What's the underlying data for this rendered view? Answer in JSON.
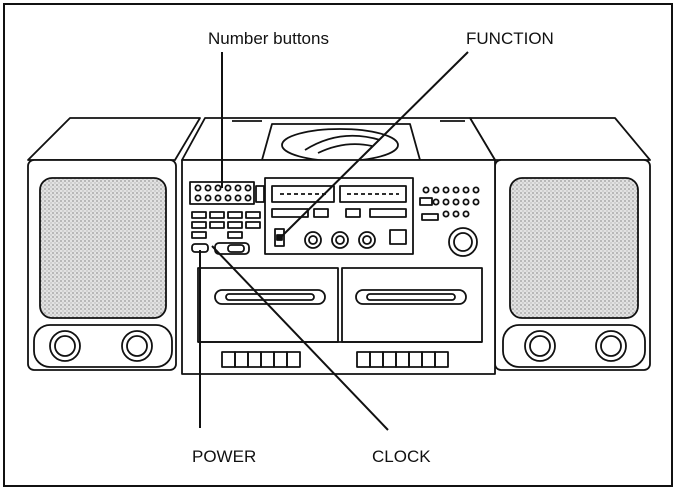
{
  "diagram": {
    "labels": {
      "number_buttons": "Number buttons",
      "function": "FUNCTION",
      "power": "POWER",
      "clock": "CLOCK"
    },
    "colors": {
      "line": "#111111",
      "speaker_grille": "#d4d4d4",
      "background": "#ffffff"
    }
  }
}
